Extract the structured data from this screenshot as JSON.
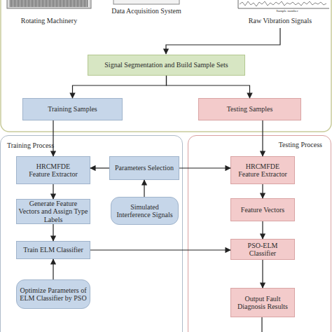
{
  "diagram": {
    "nodes": [
      {
        "text": [
          "Signal Segmentation and Build Sample Sets"
        ]
      },
      {
        "text": [
          "Training Samples"
        ]
      },
      {
        "text": [
          "Testing Samples"
        ]
      },
      {
        "text": [
          "Training Process"
        ]
      },
      {
        "text": [
          "HRCMFDE Feature Extractor"
        ],
        "in": 3
      },
      {
        "text": [
          "Parameters Selection"
        ],
        "in": 3
      },
      {
        "text": [
          "Simulated Interference Signals"
        ],
        "in": 3
      },
      {
        "text": [
          "Generate Feature Vectors and Assign Type Labels"
        ],
        "in": 3
      },
      {
        "text": [
          "Train ELM Classifier"
        ],
        "in": 3
      },
      {
        "text": [
          "Optimize Parameters of ELM Classifier by PSO"
        ],
        "in": 3
      },
      {
        "text": [
          "Testing Process"
        ]
      },
      {
        "text": [
          "HRCMFDE Feature Extractor"
        ],
        "in": 10
      },
      {
        "text": [
          "Feature Vectors"
        ],
        "in": 10
      },
      {
        "text": [
          "PSO-ELM Classifier"
        ],
        "in": 10
      },
      {
        "text": [
          "Output Fault Diagnosis Results"
        ],
        "in": 10
      }
    ],
    "edges": [
      {
        "from": 0,
        "to": 1,
        "arrow": "to"
      },
      {
        "from": 0,
        "to": 2,
        "arrow": "to"
      },
      {
        "from": 1,
        "to": 4,
        "arrow": "to"
      },
      {
        "from": 2,
        "to": 11,
        "arrow": "to"
      },
      {
        "from": 5,
        "to": 4,
        "arrow": "to"
      },
      {
        "from": 5,
        "to": 11,
        "arrow": "to"
      },
      {
        "from": 6,
        "to": 5,
        "arrow": "to"
      },
      {
        "from": 4,
        "to": 7,
        "arrow": "to"
      },
      {
        "from": 7,
        "to": 8,
        "arrow": "to"
      },
      {
        "from": 9,
        "to": 8,
        "arrow": "to"
      },
      {
        "from": 8,
        "to": 13,
        "arrow": "to"
      },
      {
        "from": 11,
        "to": 12,
        "arrow": "to"
      },
      {
        "from": 12,
        "to": 13,
        "arrow": "to"
      },
      {
        "from": 13,
        "to": 14,
        "arrow": "to"
      }
    ],
    "labels": [
      "Rotating Machinery",
      "Data Acquisition System",
      "Raw Vibration Signals",
      "Sample number"
    ]
  }
}
